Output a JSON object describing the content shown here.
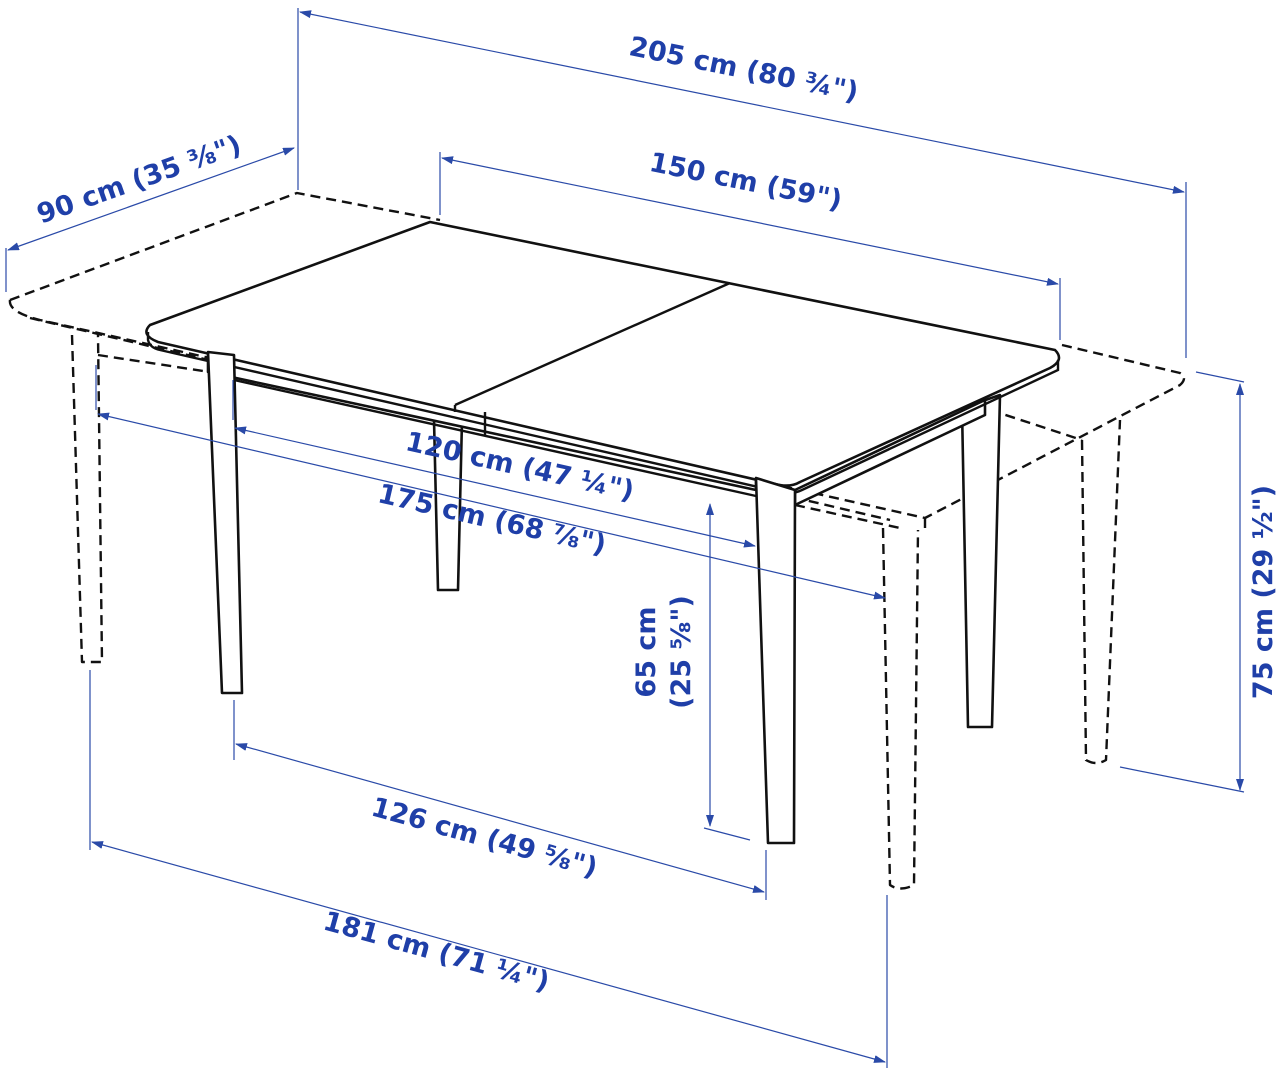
{
  "dimensions": {
    "extended_length": "205 cm (80 ¾\")",
    "leaf_length": "150 cm (59\")",
    "depth": "90 cm (35 ⅜\")",
    "apron_length": "120 cm (47 ¼\")",
    "extended_apron_length": "175 cm (68 ⅞\")",
    "leg_span": "126 cm (49 ⅝\")",
    "extended_leg_span": "181 cm (71 ¼\")",
    "knee_height_line1": "65 cm",
    "knee_height_line2": "(25 ⅝\")",
    "total_height": "75 cm (29 ½\")"
  },
  "colors": {
    "dimension": "#1f3fa8",
    "drawing": "#111111"
  }
}
